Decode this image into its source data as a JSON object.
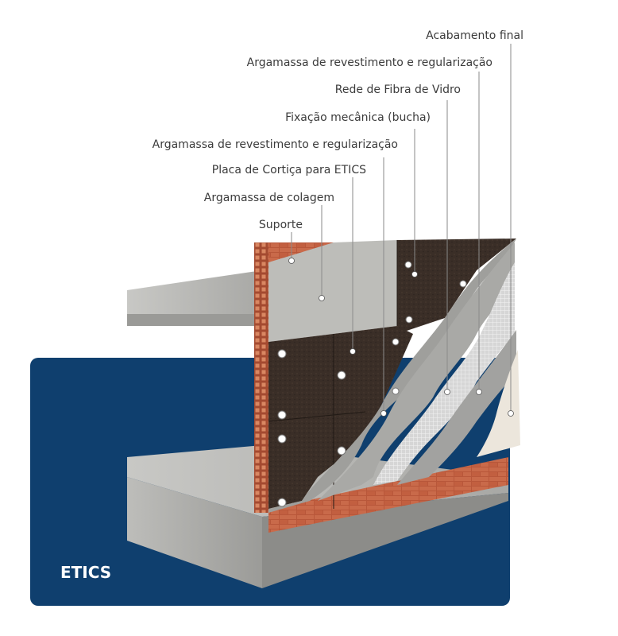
{
  "badge": "ETICS",
  "layers": [
    {
      "id": "suporte",
      "label": "Suporte"
    },
    {
      "id": "argamassa-colagem",
      "label": "Argamassa de colagem"
    },
    {
      "id": "placa-cortica",
      "label": "Placa de Cortiça para ETICS"
    },
    {
      "id": "argamassa-revestimento-1",
      "label": "Argamassa de revestimento e regularização"
    },
    {
      "id": "fixacao-mecanica",
      "label": "Fixação mecânica (bucha)"
    },
    {
      "id": "rede-fibra",
      "label": "Rede de Fibra de Vidro"
    },
    {
      "id": "argamassa-revestimento-2",
      "label": "Argamassa de revestimento e regularização"
    },
    {
      "id": "acabamento-final",
      "label": "Acabamento final"
    }
  ],
  "colors": {
    "badge_bg": "#0f3f6e",
    "brick": "#b8573a",
    "concrete": "#b9b9b6",
    "cork": "#3a2e27",
    "mesh": "#d9d9d9",
    "finish": "#ece6dc"
  }
}
